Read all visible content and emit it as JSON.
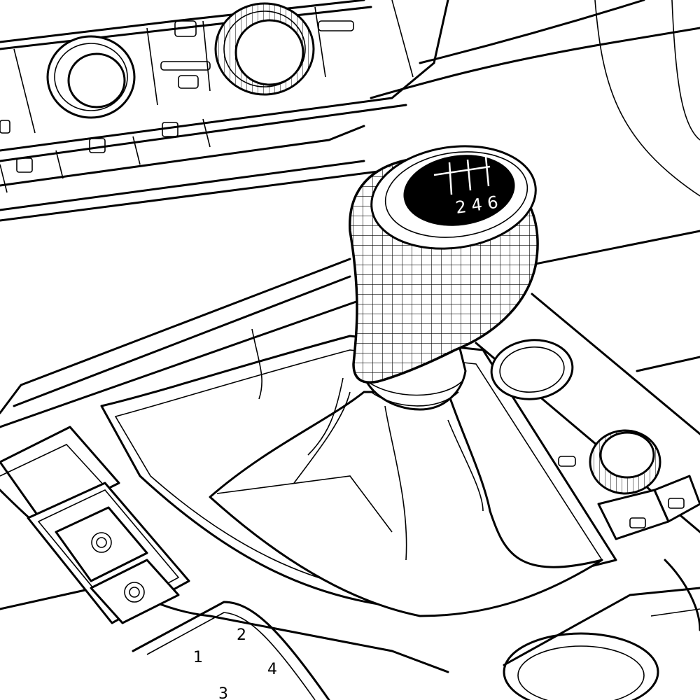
{
  "gear_pattern": {
    "numbers_bottom": "2 4 6"
  },
  "keypad": {
    "keys": [
      "1",
      "2",
      "4",
      "3"
    ]
  },
  "colors": {
    "line": "#000000",
    "background": "#ffffff"
  },
  "icons": {
    "parking_brake_top": "parking-brake-icon",
    "parking_brake_bottom": "auto-hold-icon"
  }
}
